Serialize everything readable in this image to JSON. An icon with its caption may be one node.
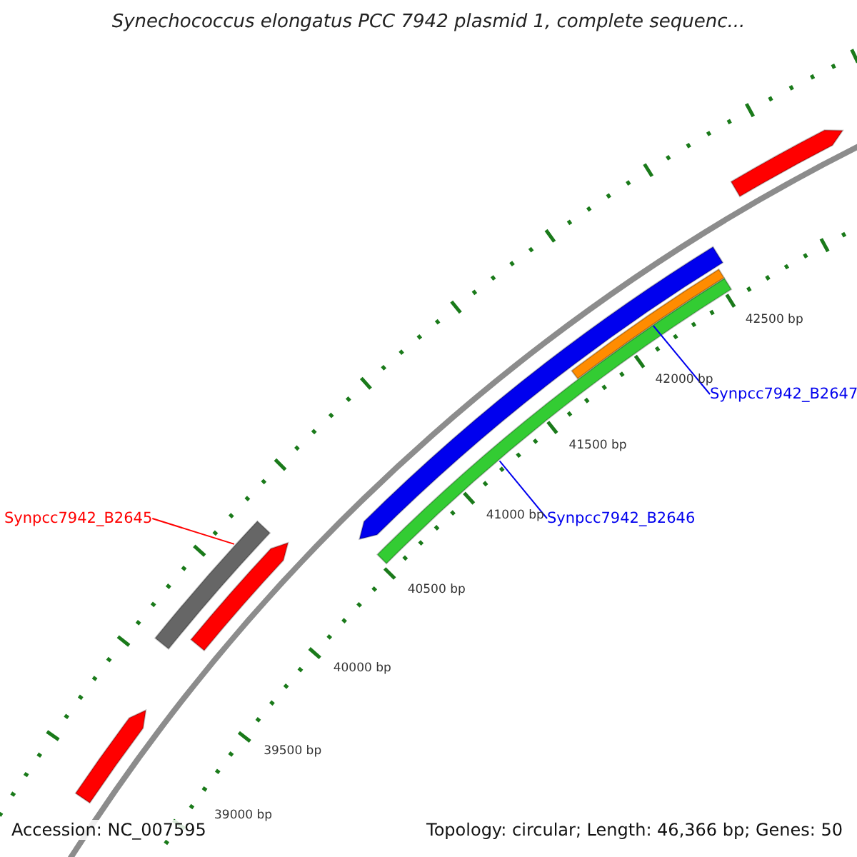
{
  "diagram": {
    "title": "Synechococcus elongatus PCC 7942 plasmid 1, complete sequenc...",
    "nodes": [
      {
        "text": [
          "Synpcc7942_B2645"
        ]
      },
      {
        "text": [
          "Synpcc7942_B2646"
        ]
      },
      {
        "text": [
          "Synpcc7942_B2647"
        ]
      },
      {
        "text": [],
        "shape": "bar"
      },
      {
        "text": [],
        "shape": "bar"
      },
      {
        "text": [],
        "shape": "bar"
      },
      {
        "text": [],
        "shape": "bar"
      },
      {
        "text": [],
        "shape": "bar"
      },
      {
        "text": [],
        "shape": "bar"
      },
      {
        "text": [],
        "shape": "bar"
      }
    ],
    "edges": [
      {
        "from": 0,
        "to": 7,
        "arrow": "none",
        "color": "#ff0000"
      },
      {
        "from": 1,
        "to": 6,
        "arrow": "none"
      },
      {
        "from": 2,
        "to": 5,
        "arrow": "none"
      }
    ],
    "labels": [
      "42500 bp",
      "42000 bp",
      "41500 bp",
      "41000 bp",
      "40500 bp",
      "40000 bp",
      "39500 bp",
      "39000 bp",
      "Accession: NC_007595",
      "Topology: circular; Length: 46,366 bp; Genes: 50"
    ]
  }
}
